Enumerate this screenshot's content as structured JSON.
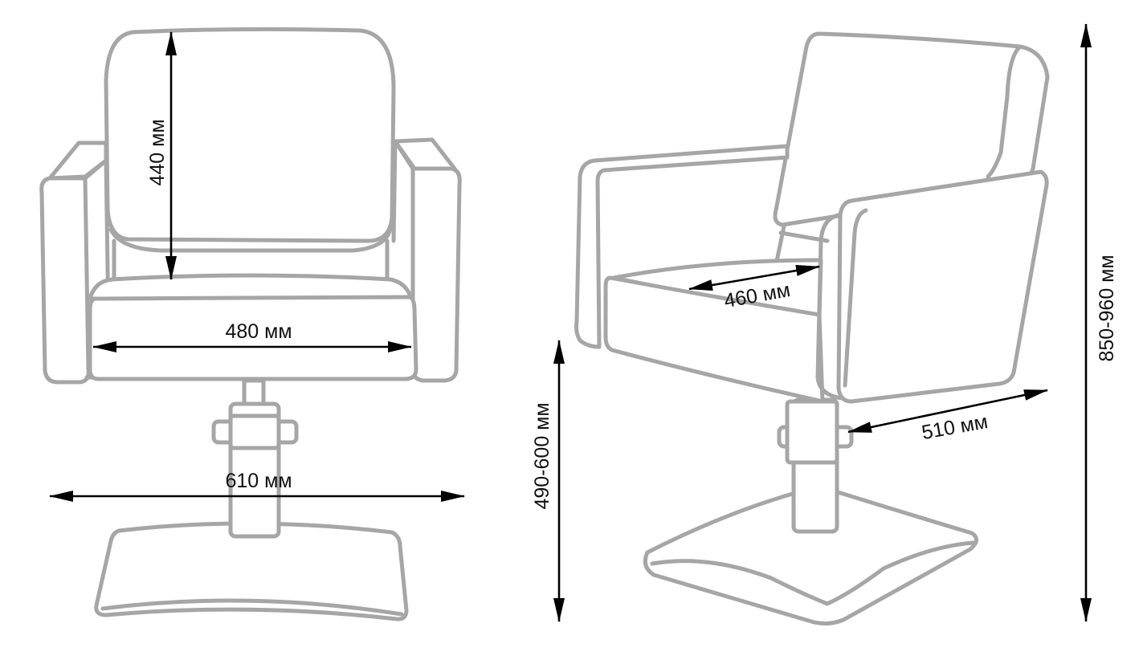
{
  "dimensions": {
    "backrest_height": "440 мм",
    "seat_width": "480 мм",
    "base_width": "610 мм",
    "seat_depth": "460 мм",
    "seat_height": "490-600 мм",
    "armrest_depth": "510 мм",
    "total_height": "850-960 мм"
  },
  "colors": {
    "outline": "#a6a6a6",
    "dimension_line": "#000000",
    "background": "#ffffff"
  }
}
